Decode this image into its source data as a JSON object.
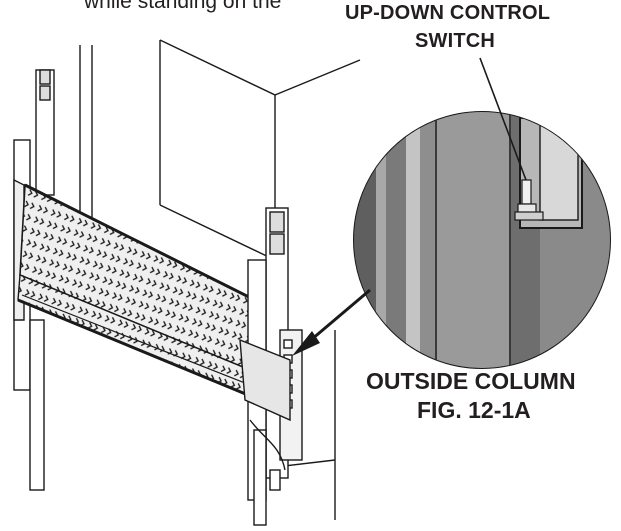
{
  "figure": {
    "intro_text": "while standing on the",
    "callout_label": {
      "line1": "UP-DOWN CONTROL",
      "line2": "SWITCH"
    },
    "caption": {
      "line1": "OUTSIDE COLUMN",
      "line2": "FIG. 12-1A"
    }
  },
  "colors": {
    "ink": "#231f20",
    "stroke": "#1a1a1a",
    "zoom_fill": "#8c8c8c",
    "platform_fill": "#e6e6e6"
  }
}
